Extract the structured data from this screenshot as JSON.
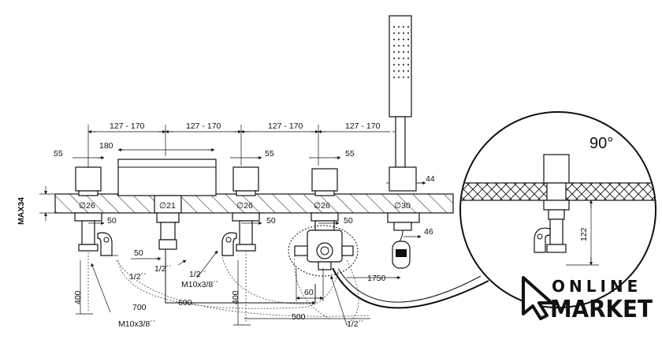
{
  "dims": {
    "top_spacing": [
      "127 - 170",
      "127 - 170",
      "127 - 170",
      "127 - 170"
    ],
    "w180": "180",
    "w55a": "55",
    "w55b": "55",
    "w55c": "55",
    "w44": "44",
    "max34": "MAX34",
    "d26a": "∅26",
    "d21": "∅21",
    "d26b": "∅26",
    "d26c": "∅26",
    "d30": "∅30",
    "b50a": "50",
    "b50b": "50",
    "b50c": "50",
    "b50d": "50",
    "b46": "46",
    "half1": "1/2´´",
    "half2": "1/2´´",
    "half3": "1/2´´",
    "half4": "1/2´´",
    "m10a": "M10x3/8´´",
    "m10b": "M10x3/8´´",
    "h400a": "400",
    "h400b": "400",
    "l700": "700",
    "l600": "600",
    "l500": "500",
    "l60": "60",
    "l1750": "1750",
    "deg": "90°",
    "h122": "122"
  },
  "logo": {
    "line1": "ONLINE",
    "line2": "MARKET"
  },
  "colors": {
    "ink": "#111111",
    "hatch": "#111111",
    "background": "#ffffff"
  }
}
